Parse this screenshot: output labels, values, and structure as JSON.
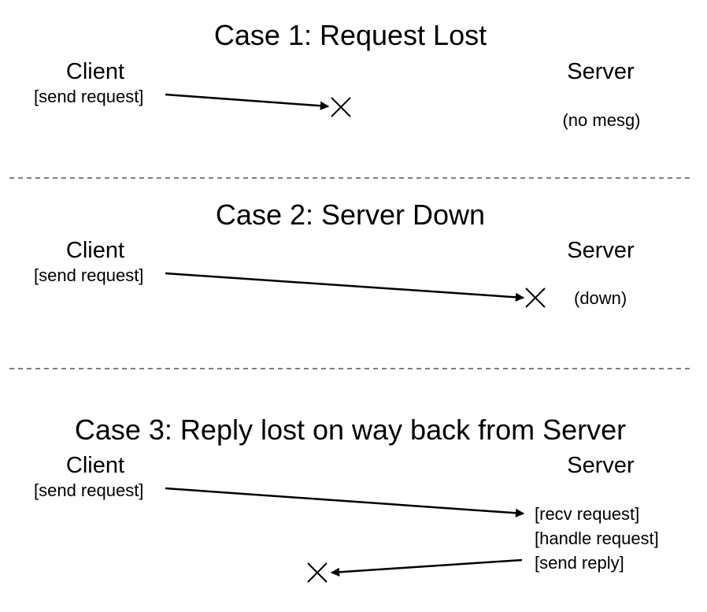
{
  "cases": [
    {
      "title": "Case 1: Request Lost",
      "client_label": "Client",
      "server_label": "Server",
      "client_action": "[send request]",
      "server_note": "(no mesg)"
    },
    {
      "title": "Case 2: Server Down",
      "client_label": "Client",
      "server_label": "Server",
      "client_action": "[send request]",
      "server_note": "(down)"
    },
    {
      "title": "Case 3: Reply lost on way back from Server",
      "client_label": "Client",
      "server_label": "Server",
      "client_action": "[send request]",
      "server_actions": [
        "[recv request]",
        "[handle request]",
        "[send reply]"
      ]
    }
  ],
  "colors": {
    "stroke": "#000000",
    "background": "#ffffff"
  }
}
